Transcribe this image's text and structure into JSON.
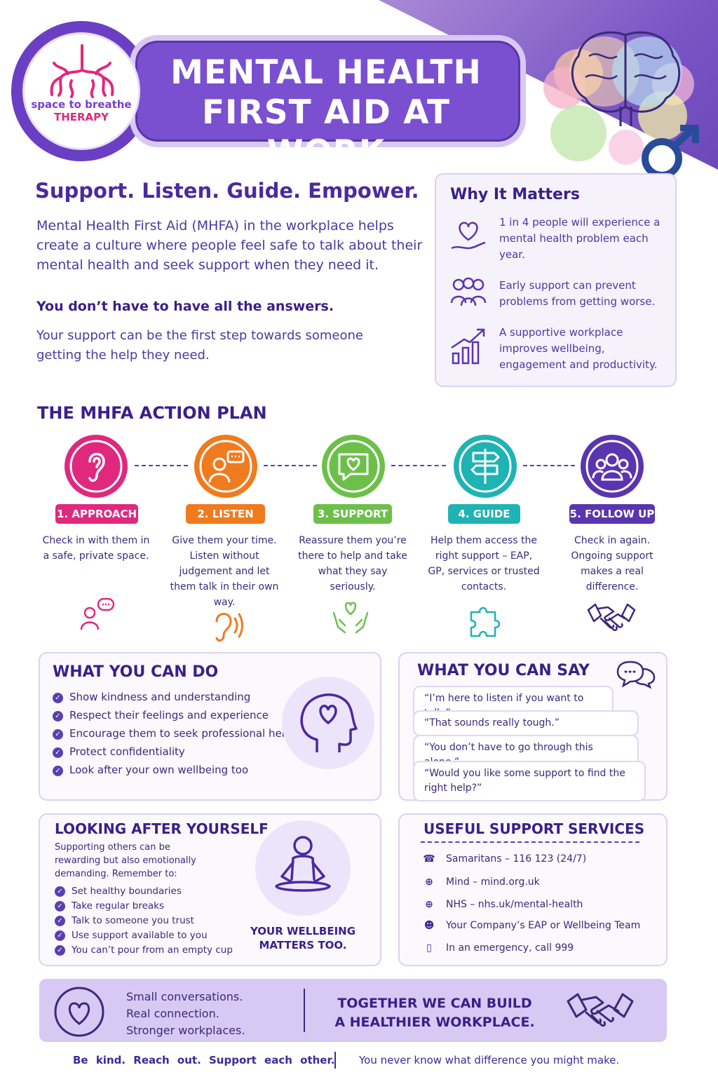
{
  "brand": {
    "logo_line1": "space to breathe",
    "logo_line2": "THERAPY"
  },
  "header": {
    "title_line1": "MENTAL HEALTH",
    "title_line2": "FIRST AID AT WORK"
  },
  "intro": {
    "tagline": "Support.  Listen. Guide. Empower.",
    "paragraph": "Mental Health First Aid (MHFA) in the workplace helps create a culture where people feel safe to talk about their mental health and seek support when they need it.",
    "subheading": "You don’t have to have all the answers.",
    "subtext": "Your support can be the first step towards someone getting the help they need."
  },
  "why": {
    "title": "Why It Matters",
    "items": [
      {
        "icon": "heart-hand-icon",
        "text": "1 in 4 people will experience a mental health problem each year."
      },
      {
        "icon": "people-group-icon",
        "text": "Early support can prevent problems from getting worse."
      },
      {
        "icon": "growth-chart-icon",
        "text": "A supportive workplace improves wellbeing, engagement and productivity."
      }
    ]
  },
  "plan": {
    "title": "THE MHFA ACTION PLAN",
    "steps": [
      {
        "label": "1. APPROACH",
        "text": "Check in with them in a safe, private space.",
        "color": "#e0287e",
        "icon": "ear-icon",
        "bottom_icon": "person-chat-icon"
      },
      {
        "label": "2. LISTEN",
        "text": "Give them your time. Listen without judgement and let them talk in their own way.",
        "color": "#f07a1e",
        "icon": "talking-person-icon",
        "bottom_icon": "listening-ear-icon"
      },
      {
        "label": "3. SUPPORT",
        "text": "Reassure them you’re there to help and take what they say seriously.",
        "color": "#6cc04a",
        "icon": "heart-chat-icon",
        "bottom_icon": "hands-heart-icon"
      },
      {
        "label": "4. GUIDE",
        "text": "Help them access the right support – EAP, GP, services or trusted contacts.",
        "color": "#1fb3b3",
        "icon": "signpost-icon",
        "bottom_icon": "puzzle-icon"
      },
      {
        "label": "5. FOLLOW UP",
        "text": "Check in again. Ongoing support makes a real difference.",
        "color": "#5a35b0",
        "icon": "group-icon",
        "bottom_icon": "handshake-icon"
      }
    ]
  },
  "can_do": {
    "title": "WHAT YOU CAN DO",
    "items": [
      "Show kindness and understanding",
      "Respect their feelings and experience",
      "Encourage them to seek professional help",
      "Protect confidentiality",
      "Look after your own wellbeing too"
    ]
  },
  "can_say": {
    "title": "WHAT YOU CAN SAY",
    "quotes": [
      "“I’m here to listen if you want to talk.”",
      "“That sounds really tough.”",
      "“You don’t have to go through this alone.”",
      "“Would you like some support to find the right help?”"
    ]
  },
  "self_care": {
    "title": "LOOKING AFTER YOURSELF",
    "intro": "Supporting others can be rewarding but also emotionally demanding. Remember to:",
    "items": [
      "Set healthy boundaries",
      "Take regular breaks",
      "Talk to someone you trust",
      "Use support available to you",
      "You can’t pour from an empty cup"
    ],
    "badge_line1": "YOUR WELLBEING",
    "badge_line2": "MATTERS TOO."
  },
  "services": {
    "title": "USEFUL SUPPORT SERVICES",
    "items": [
      {
        "icon": "phone-icon",
        "text": "Samaritans – 116 123 (24/7)"
      },
      {
        "icon": "globe-icon",
        "text": "Mind – mind.org.uk"
      },
      {
        "icon": "globe-icon",
        "text": "NHS – nhs.uk/mental-health"
      },
      {
        "icon": "team-icon",
        "text": "Your Company’s EAP or Wellbeing Team"
      },
      {
        "icon": "mobile-icon",
        "text": "In an emergency, call 999"
      }
    ]
  },
  "banner": {
    "line1": "Small conversations.",
    "line2": "Real connection.",
    "line3": "Stronger workplaces.",
    "cta_line1": "TOGETHER WE CAN BUILD",
    "cta_line2": "A HEALTHIER WORKPLACE."
  },
  "footer": {
    "left": "Be kind.  Reach out.  Support each other.",
    "right": "You never know what difference you might make."
  },
  "colors": {
    "primary": "#5a35b0",
    "accent_pink": "#e0287e",
    "accent_orange": "#f07a1e",
    "accent_green": "#6cc04a",
    "accent_teal": "#1fb3b3"
  }
}
